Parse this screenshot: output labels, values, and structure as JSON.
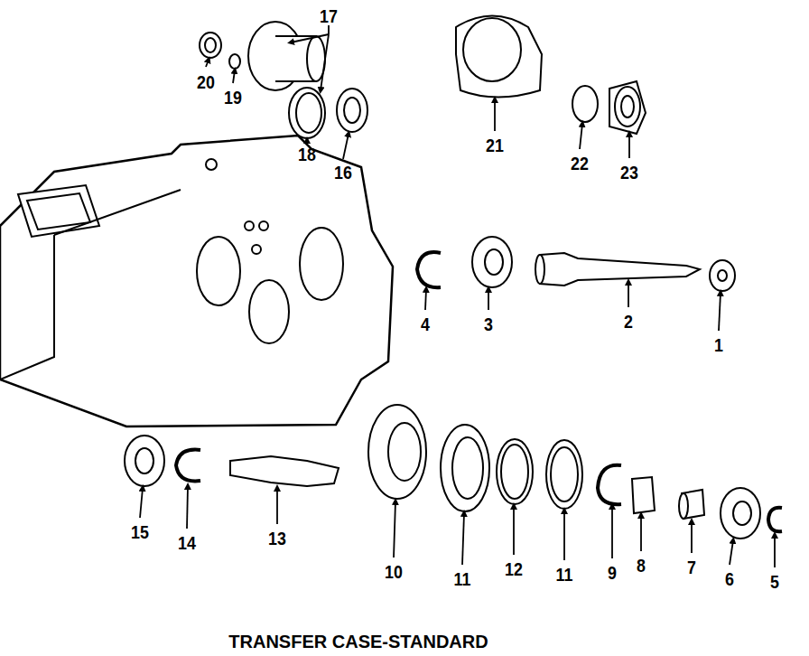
{
  "diagram": {
    "title": "TRANSFER CASE-STANDARD",
    "labels": [
      "20",
      "19",
      "17",
      "18",
      "16",
      "21",
      "22",
      "23",
      "4",
      "3",
      "2",
      "1",
      "15",
      "14",
      "13",
      "10",
      "11",
      "12",
      "11",
      "9",
      "8",
      "7",
      "6",
      "5"
    ]
  }
}
